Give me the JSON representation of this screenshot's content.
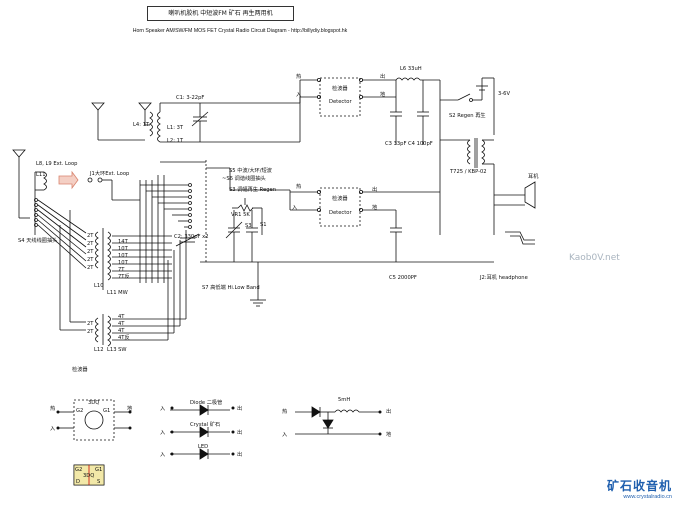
{
  "title": "喇叭机胶机 中短波FM 矿石 再生两用机",
  "subtitle": "Horn Speaker  AM/SW/FM MOS FET Crystal Radio Circuit Diagram - http://billydiy.blogspot.hk",
  "watermark": "Kaob0V.net",
  "logo": {
    "cn": "矿石收音机",
    "url": "www.crystalradio.cn"
  },
  "labels": {
    "heat1": "热",
    "in1": "入",
    "out1": "出",
    "gnd1": "地",
    "detector1": "检波器",
    "detector1_en": "Detector",
    "heat2": "热",
    "in2": "入",
    "out2": "出",
    "gnd2": "地",
    "detector2": "检波器",
    "detector2_en": "Detector",
    "L6": "L6 33uH",
    "C1": "C1: 3-22pF",
    "L4": "L4: 1T",
    "L1": "L1: 3T",
    "L2": "L2: 1T",
    "C3": "C3 33pF",
    "C4": "C4 100pF",
    "battery": "3-6V",
    "S2": "S2 Regen 再生",
    "T725": "T725 / KBP-02",
    "earphone": "耳机",
    "L89": "L8, L9 Ext. Loop",
    "L11": "L11",
    "J1": "J1大环Ext. Loop",
    "S5": "S5 中波/大环/短波",
    "S6": "~S6 调谐线圈抽头",
    "S3": "S3 调幅再生  Regen",
    "VR1": "VR1 5K",
    "S3b": "S3",
    "S1": "S1",
    "S4": "S4 天线线圈抽头",
    "C2": "C2: 330pF x2",
    "S7": "S7 高低端 Hi.Low Band",
    "C5": "C5 2000PF",
    "J2": "J2:耳机  headphone",
    "L10": "L10",
    "L11MW": "L11 MW",
    "L12": "L12",
    "L13": "L13 SW",
    "taps_left": [
      "2T",
      "2T",
      "2T",
      "2T",
      "2T"
    ],
    "taps_right": [
      "14T",
      "10T",
      "10T",
      "10T",
      "7T",
      "7T反"
    ],
    "sw_left": [
      "2T",
      "2T"
    ],
    "sw_right": [
      "4T",
      "4T",
      "4T",
      "4T反"
    ],
    "legend_title": "检波器",
    "leg_heat": "热",
    "leg_in": "入",
    "leg_G2": "G2",
    "leg_G1": "G1",
    "leg_30q": "3DQ",
    "leg_out": "地",
    "diode": "Diode 二极管",
    "crystal": "Crystal 矿石",
    "led": "LED",
    "d_in1": "入",
    "d_out1": "出",
    "d_in2": "入",
    "d_out2": "出",
    "d_in3": "入",
    "d_out3": "出",
    "r_heat": "热",
    "r_in": "入",
    "r_out": "出",
    "r_gnd": "地",
    "r_5mh": "5mH",
    "pin_G2": "G2",
    "pin_G1": "G1",
    "pin_D": "D",
    "pin_S": "S",
    "pin_3DQ": "3DQ"
  }
}
